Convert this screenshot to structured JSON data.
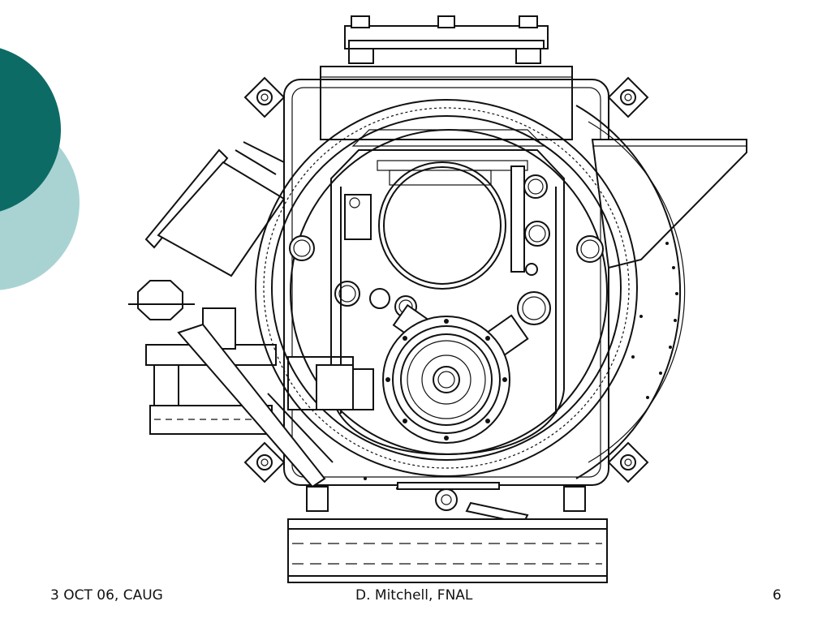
{
  "slide": {
    "footer_left": "3 OCT 06, CAUG",
    "footer_center": "D. Mitchell, FNAL",
    "page_number": "6"
  },
  "theme": {
    "circle_dark": "#0d6b66",
    "circle_light": "#a9d3d3",
    "line_color": "#111111"
  }
}
